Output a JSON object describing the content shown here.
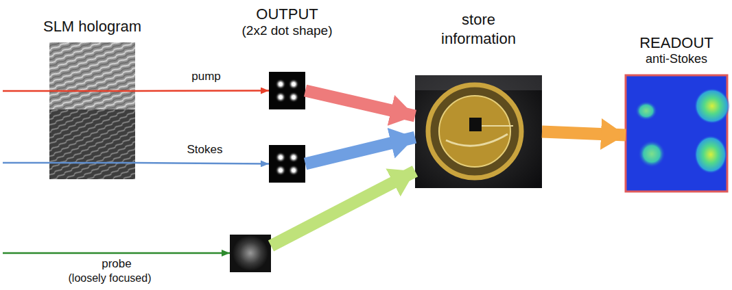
{
  "diagram": {
    "nodes": [
      {
        "text": [
          "SLM hologram"
        ]
      },
      {
        "text": [
          "OUTPUT",
          "(2x2 dot shape)"
        ]
      },
      {
        "text": []
      },
      {
        "text": []
      },
      {
        "text": [
          "store information"
        ]
      },
      {
        "text": [
          "READOUT",
          "anti-Stokes"
        ]
      }
    ],
    "edges": [
      {
        "from": 0,
        "to": 1,
        "arrow": "to",
        "label": "pump"
      },
      {
        "from": 0,
        "to": 2,
        "arrow": "to",
        "label": "Stokes"
      },
      {
        "from": 1,
        "to": 4,
        "arrow": "to"
      },
      {
        "from": 2,
        "to": 4,
        "arrow": "to"
      },
      {
        "from": 3,
        "to": 4,
        "arrow": "to"
      },
      {
        "from": 4,
        "to": 5,
        "arrow": "to"
      }
    ],
    "labels": [
      "probe",
      "(loosely focused)"
    ]
  }
}
